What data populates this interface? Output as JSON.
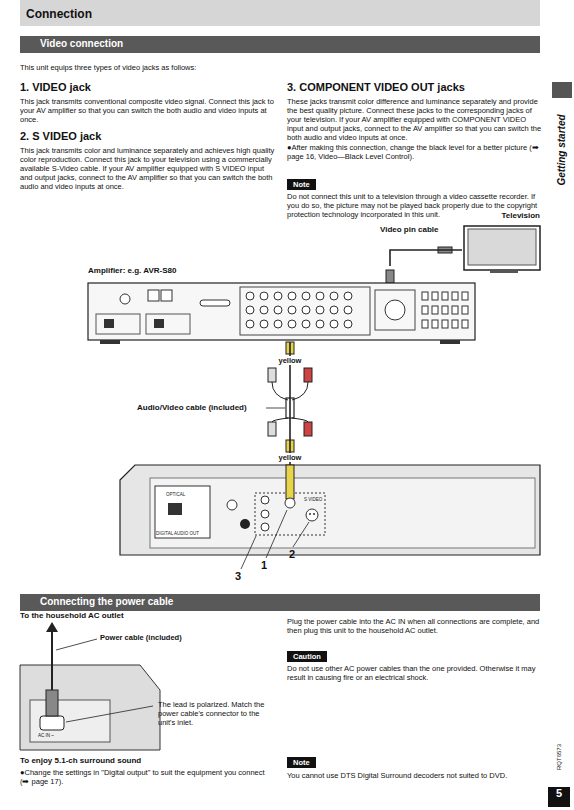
{
  "diagram": {
    "nodes": [
      {
        "text": [
          "Connection"
        ]
      },
      {
        "text": [
          "Video connection"
        ]
      },
      {
        "text": [
          "Note"
        ]
      },
      {
        "text": [
          "Amplifier: e.g. AVR-S80"
        ]
      },
      {
        "text": [
          "Television"
        ]
      },
      {
        "text": [
          "OPTICAL",
          "DIGITAL AUDIO OUT",
          "S VIDEO"
        ]
      },
      {
        "text": [
          "Connecting the power cable"
        ]
      },
      {
        "text": [
          "Caution"
        ]
      },
      {
        "text": [
          "Note"
        ]
      },
      {
        "text": [
          "5"
        ]
      }
    ],
    "edges": [
      {
        "from": 3,
        "to": 4,
        "arrow": "none",
        "label": "Video pin cable"
      },
      {
        "from": 3,
        "to": 5,
        "arrow": "none",
        "label": "Audio/Video cable (included)"
      }
    ],
    "labels": [
      "This unit equips three types of video jacks as follows:",
      "1. VIDEO jack",
      "This jack transmits conventional composite video signal. Connect this jack to your AV amplifier so that you can switch the both audio and video inputs at once.",
      "2. S VIDEO jack",
      "This jack transmits color and luminance separately and achieves high quality color reproduction. Connect this jack to your television using a commercially available S-Video cable. If your AV amplifier equipped with S VIDEO input and output jacks, connect to the AV amplifier so that you can switch the both audio and video inputs at once.",
      "3. COMPONENT VIDEO OUT jacks",
      "These jacks transmit color difference and luminance separately and provide the best quality picture. Connect these jacks to the corresponding jacks of your television. If your AV amplifier equipped with COMPONENT VIDEO input and output jacks, connect to the AV amplifier so that you can switch the both audio and video inputs at once.",
      "●After making this connection, change the black level for a better picture (➡ page 16, Video—Black Level Control).",
      "Do not connect this unit to a television through a video cassette recorder. If you do so, the picture may not be played back properly due to the copyright protection technology incorporated in this unit.",
      "Getting started",
      "yellow",
      "yellow",
      "1",
      "2",
      "3",
      "To the household AC outlet",
      "Power cable (included)",
      "The lead is polarized. Match the power cable's connector to the unit's inlet.",
      "AC IN ~",
      "Plug the power cable into the AC IN when all connections are complete, and then plug this unit to the household AC outlet.",
      "Do not use other AC power cables than the one provided. Otherwise it may result in causing fire or an electrical shock.",
      "To enjoy 5.1-ch surround sound",
      "●Change the settings in \"Digital output\" to suit the equipment you connect (➡ page 17).",
      "You cannot use DTS Digital Surround decoders not suited to DVD.",
      "RQT6573"
    ]
  }
}
